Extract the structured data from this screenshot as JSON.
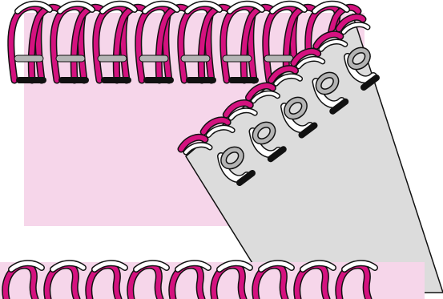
{
  "diagram": {
    "colors": {
      "background": "#ffffff",
      "fabric_pink": "#f6d6ea",
      "fabric_gray": "#dcdcdc",
      "stitch_magenta": "#d4127f",
      "stitch_white": "#ffffff",
      "outline": "#111111",
      "needle_gray": "#b4b4b4",
      "needle_black": "#111111"
    },
    "parts": {
      "top_pink_fabric": {
        "top_row_loops": 8,
        "gray_needles": 7,
        "black_needles": 6
      },
      "gray_fabric_flap": {
        "edge_loops": 8,
        "ring_loops": 5,
        "black_needles": 5
      },
      "bottom_fabric": {
        "loops": 9
      }
    }
  }
}
